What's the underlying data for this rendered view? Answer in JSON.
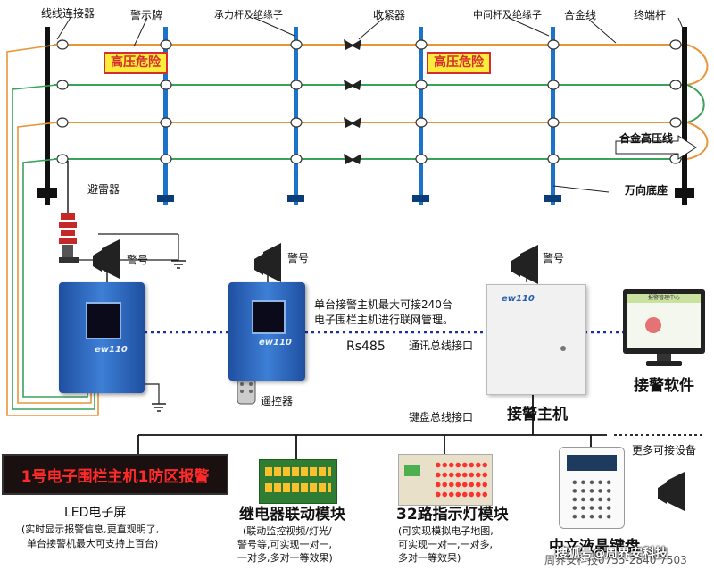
{
  "top_labels": {
    "line_connector": "线线连接器",
    "warning_sign": "警示牌",
    "load_pole": "承力杆及绝缘子",
    "tensioner": "收紧器",
    "middle_pole": "中间杆及绝缘子",
    "alloy_wire": "合金线",
    "end_pole": "终端杆"
  },
  "warning_text": "高压危险",
  "side_labels": {
    "alloy_hv_wire": "合金高压线",
    "universal_base": "万向底座",
    "lightning_arrester": "避雷器"
  },
  "horn_label": "警号",
  "hosts": {
    "brand": "ew110",
    "remote_label": "遥控器",
    "network_note_1": "单台接警主机最大可接240台",
    "network_note_2": "电子围栏主机进行联网管理。",
    "rs485": "Rs485",
    "comm_port": "通讯总线接口",
    "keyboard_port": "键盘总线接口",
    "alarm_host": "接警主机"
  },
  "software": {
    "label": "接警软件",
    "screen_title": "报警管理中心"
  },
  "more_devices": "更多可接设备",
  "led": {
    "display_text": "1号电子围栏主机1防区报警",
    "label": "LED电子屏",
    "desc_1": "(实时显示报警信息,更直观明了,",
    "desc_2": "单台接警机最大可支持上百台)"
  },
  "relay": {
    "label": "继电器联动模块",
    "desc_1": "(联动监控视频/灯光/",
    "desc_2": "警号等,可实现一对一,",
    "desc_3": "一对多,多对一等效果)"
  },
  "indicator": {
    "label": "32路指示灯模块",
    "desc_1": "(可实现模拟电子地图,",
    "desc_2": "可实现一对一,一对多,",
    "desc_3": "多对一等效果)"
  },
  "keyboard": {
    "label": "中文液晶键盘"
  },
  "watermark": "搜狐号@周界安科技",
  "footer_partial": "周界安科技0755-2840 7503"
}
